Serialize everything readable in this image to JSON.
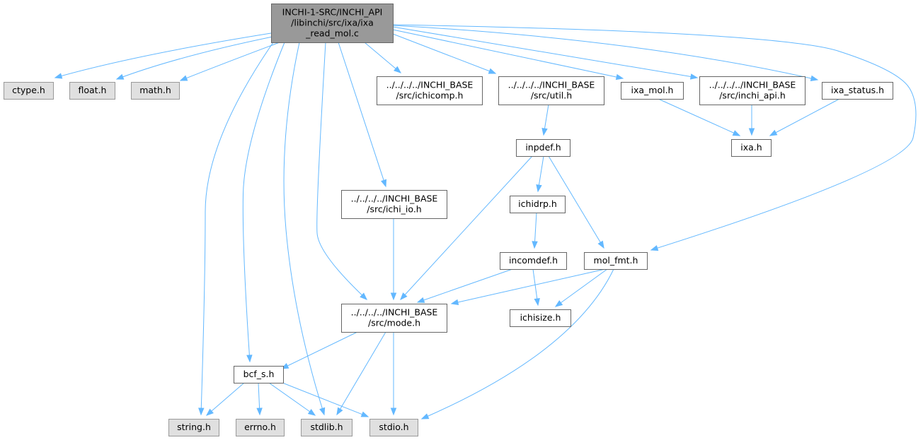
{
  "colors": {
    "root_fill": "#999999",
    "root_border": "#666666",
    "file_fill": "#ffffff",
    "file_border": "#666666",
    "system_fill": "#e0e0e0",
    "system_border": "#999999",
    "edge": "#63b8ff"
  },
  "nodes": [
    {
      "id": "root",
      "kind": "root",
      "lines": [
        "INCHI-1-SRC/INCHI_API",
        "/libinchi/src/ixa/ixa",
        "_read_mol.c"
      ]
    },
    {
      "id": "ctype",
      "kind": "system",
      "lines": [
        "ctype.h"
      ]
    },
    {
      "id": "float",
      "kind": "system",
      "lines": [
        "float.h"
      ]
    },
    {
      "id": "math",
      "kind": "system",
      "lines": [
        "math.h"
      ]
    },
    {
      "id": "ichicomp",
      "kind": "file",
      "lines": [
        "../../../../INCHI_BASE",
        "/src/ichicomp.h"
      ]
    },
    {
      "id": "util",
      "kind": "file",
      "lines": [
        "../../../../INCHI_BASE",
        "/src/util.h"
      ]
    },
    {
      "id": "ixa_mol",
      "kind": "file",
      "lines": [
        "ixa_mol.h"
      ]
    },
    {
      "id": "inchi_api",
      "kind": "file",
      "lines": [
        "../../../../INCHI_BASE",
        "/src/inchi_api.h"
      ]
    },
    {
      "id": "ixa_status",
      "kind": "file",
      "lines": [
        "ixa_status.h"
      ]
    },
    {
      "id": "inpdef",
      "kind": "file",
      "lines": [
        "inpdef.h"
      ]
    },
    {
      "id": "ixa",
      "kind": "file",
      "lines": [
        "ixa.h"
      ]
    },
    {
      "id": "ichi_io",
      "kind": "file",
      "lines": [
        "../../../../INCHI_BASE",
        "/src/ichi_io.h"
      ]
    },
    {
      "id": "ichidrp",
      "kind": "file",
      "lines": [
        "ichidrp.h"
      ]
    },
    {
      "id": "incomdef",
      "kind": "file",
      "lines": [
        "incomdef.h"
      ]
    },
    {
      "id": "mol_fmt",
      "kind": "file",
      "lines": [
        "mol_fmt.h"
      ]
    },
    {
      "id": "mode",
      "kind": "file",
      "lines": [
        "../../../../INCHI_BASE",
        "/src/mode.h"
      ]
    },
    {
      "id": "ichisize",
      "kind": "file",
      "lines": [
        "ichisize.h"
      ]
    },
    {
      "id": "bcf_s",
      "kind": "file",
      "lines": [
        "bcf_s.h"
      ]
    },
    {
      "id": "string",
      "kind": "system",
      "lines": [
        "string.h"
      ]
    },
    {
      "id": "errno",
      "kind": "system",
      "lines": [
        "errno.h"
      ]
    },
    {
      "id": "stdlib",
      "kind": "system",
      "lines": [
        "stdlib.h"
      ]
    },
    {
      "id": "stdio",
      "kind": "system",
      "lines": [
        "stdio.h"
      ]
    }
  ],
  "edges": [
    {
      "from": "root",
      "to": "ctype"
    },
    {
      "from": "root",
      "to": "float"
    },
    {
      "from": "root",
      "to": "math"
    },
    {
      "from": "root",
      "to": "ichicomp"
    },
    {
      "from": "root",
      "to": "util"
    },
    {
      "from": "root",
      "to": "ixa_mol"
    },
    {
      "from": "root",
      "to": "inchi_api"
    },
    {
      "from": "root",
      "to": "ixa_status"
    },
    {
      "from": "root",
      "to": "mol_fmt"
    },
    {
      "from": "root",
      "to": "ichi_io"
    },
    {
      "from": "root",
      "to": "mode"
    },
    {
      "from": "root",
      "to": "bcf_s"
    },
    {
      "from": "root",
      "to": "string"
    },
    {
      "from": "root",
      "to": "stdlib"
    },
    {
      "from": "util",
      "to": "inpdef"
    },
    {
      "from": "ixa_mol",
      "to": "ixa"
    },
    {
      "from": "inchi_api",
      "to": "ixa"
    },
    {
      "from": "ixa_status",
      "to": "ixa"
    },
    {
      "from": "inpdef",
      "to": "ichidrp"
    },
    {
      "from": "inpdef",
      "to": "mode"
    },
    {
      "from": "inpdef",
      "to": "mol_fmt"
    },
    {
      "from": "ichi_io",
      "to": "mode"
    },
    {
      "from": "ichidrp",
      "to": "incomdef"
    },
    {
      "from": "incomdef",
      "to": "mode"
    },
    {
      "from": "incomdef",
      "to": "ichisize"
    },
    {
      "from": "mol_fmt",
      "to": "mode"
    },
    {
      "from": "mol_fmt",
      "to": "ichisize"
    },
    {
      "from": "mol_fmt",
      "to": "stdio"
    },
    {
      "from": "mode",
      "to": "bcf_s"
    },
    {
      "from": "mode",
      "to": "stdlib"
    },
    {
      "from": "mode",
      "to": "stdio"
    },
    {
      "from": "bcf_s",
      "to": "string"
    },
    {
      "from": "bcf_s",
      "to": "errno"
    },
    {
      "from": "bcf_s",
      "to": "stdlib"
    },
    {
      "from": "bcf_s",
      "to": "stdio"
    }
  ]
}
